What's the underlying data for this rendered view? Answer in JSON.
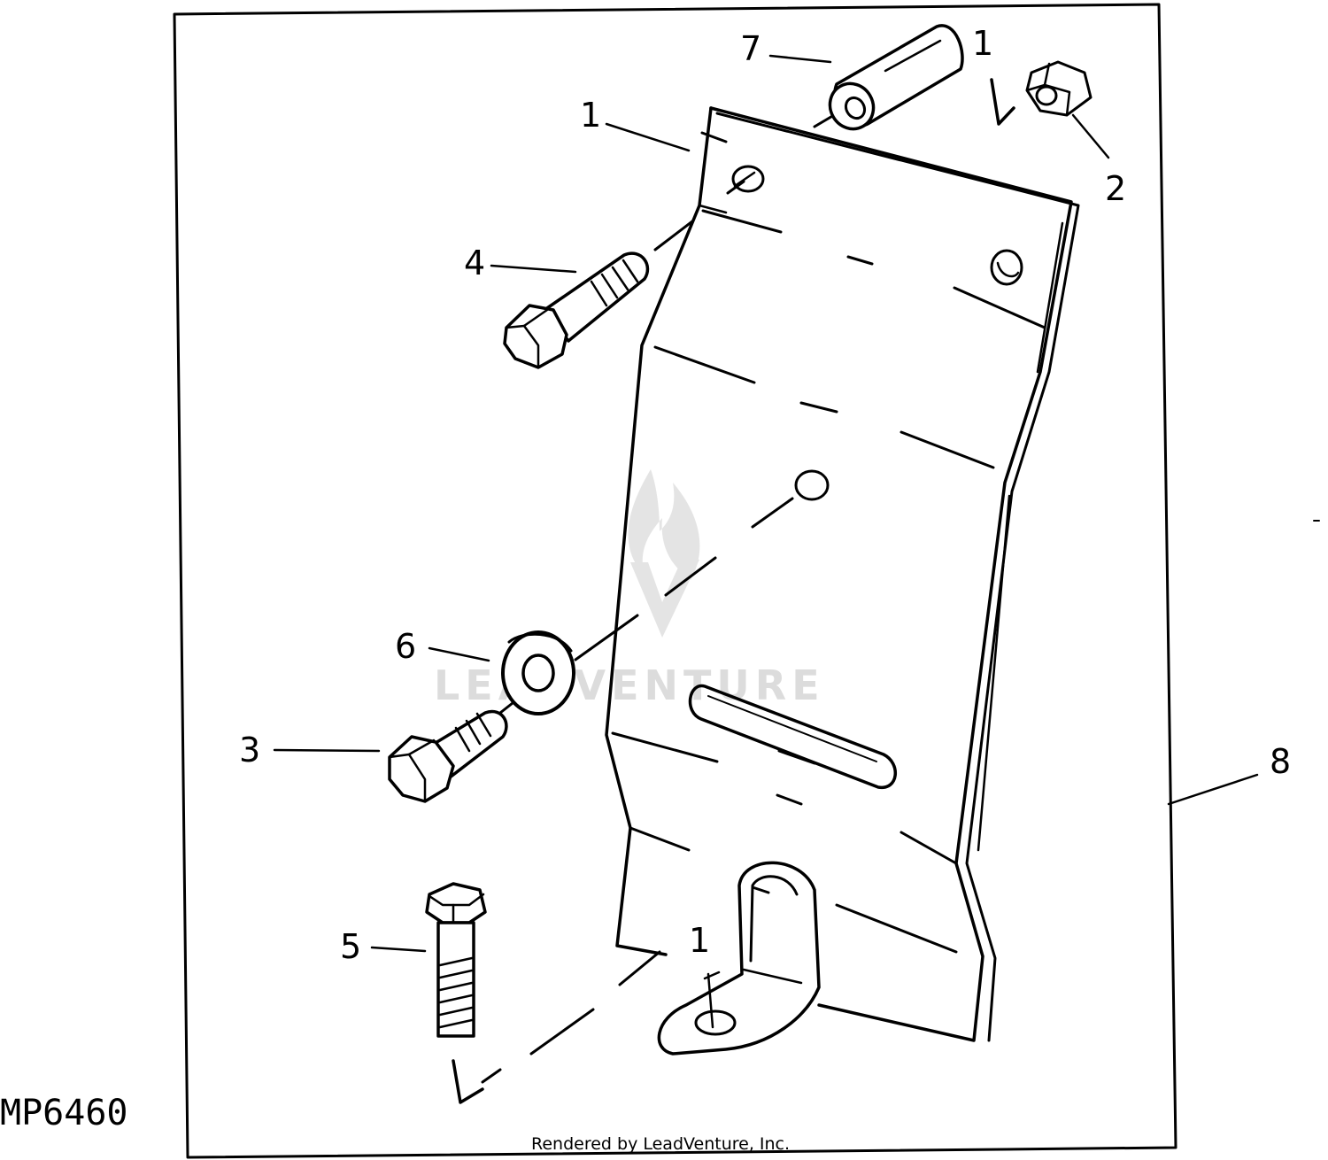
{
  "drawing_id": "MP6460",
  "footer": "Rendered by LeadVenture, Inc.",
  "watermark": "LEADVENTURE",
  "callouts": [
    {
      "id": "1",
      "label": "1"
    },
    {
      "id": "2",
      "label": "2"
    },
    {
      "id": "3",
      "label": "3"
    },
    {
      "id": "4",
      "label": "4"
    },
    {
      "id": "5",
      "label": "5"
    },
    {
      "id": "6",
      "label": "6"
    },
    {
      "id": "7",
      "label": "7"
    },
    {
      "id": "8",
      "label": "8"
    }
  ],
  "assembly_marks": [
    {
      "id": "1a",
      "label": "1"
    },
    {
      "id": "1b",
      "label": "1"
    }
  ],
  "colors": {
    "ink": "#000000",
    "paper": "#ffffff",
    "watermark": "#d9d9d9"
  }
}
